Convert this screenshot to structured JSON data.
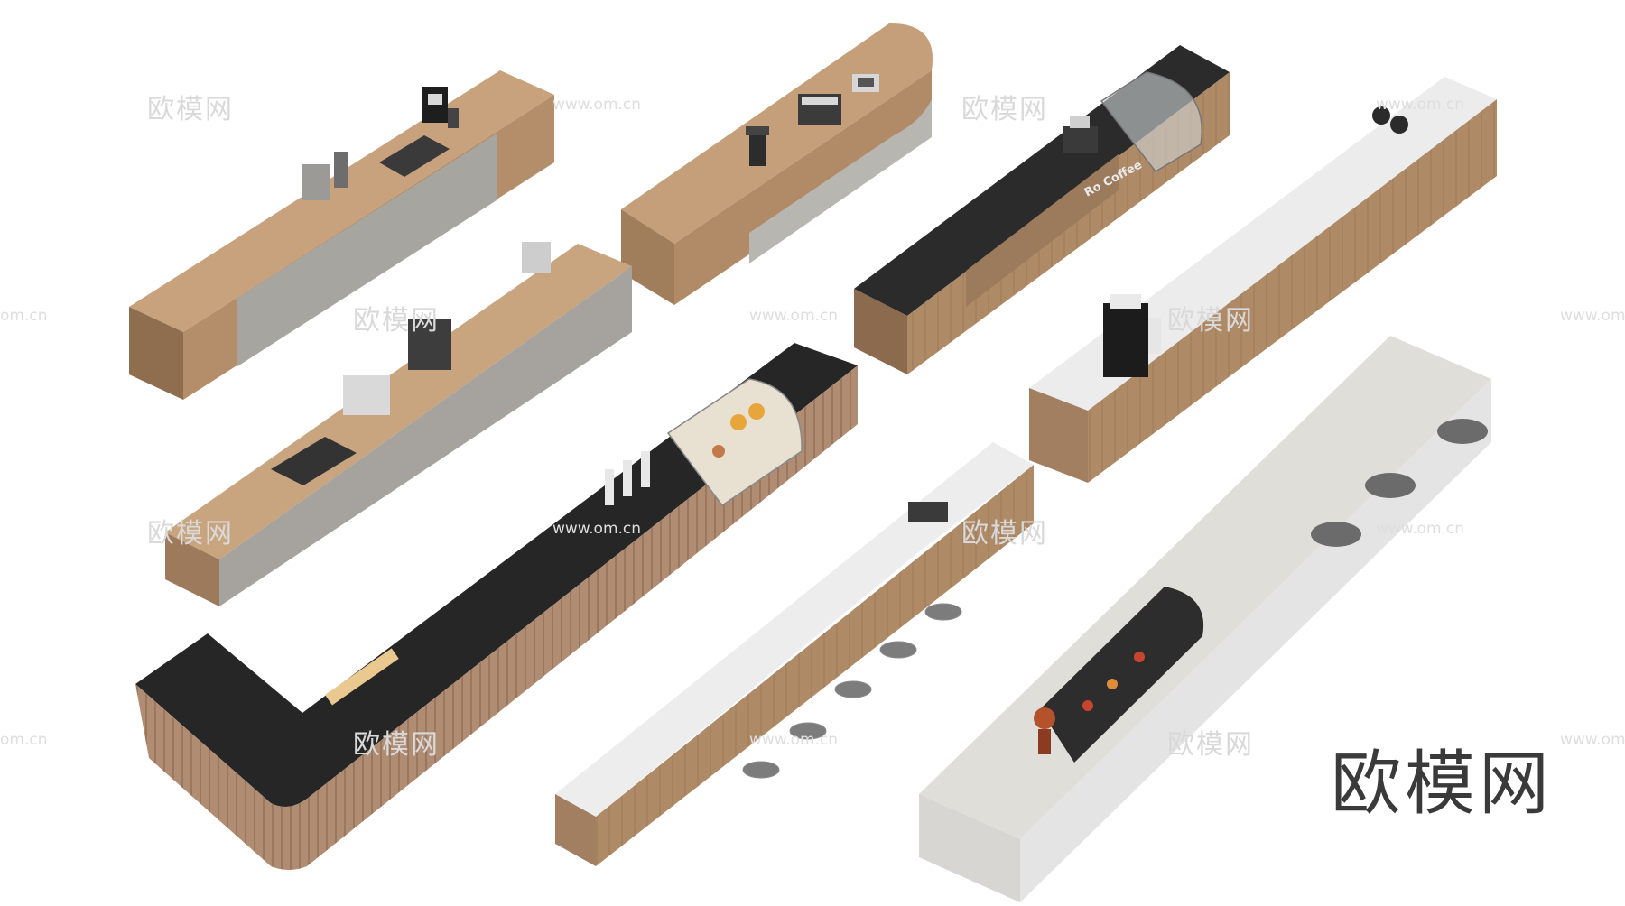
{
  "watermark": {
    "site_cn": "欧模网",
    "site_url": "www.om.cn",
    "site_url_short": "om.cn"
  },
  "brand_mark": "欧模网",
  "counter_sign": "Ro Coffee",
  "colors": {
    "wood": "#b48e6a",
    "wood_dark": "#8e6c4e",
    "gray_panel": "#a9a7a3",
    "black_marble": "#262626",
    "white_marble": "#ededed",
    "light_top": "#e4e2de"
  }
}
